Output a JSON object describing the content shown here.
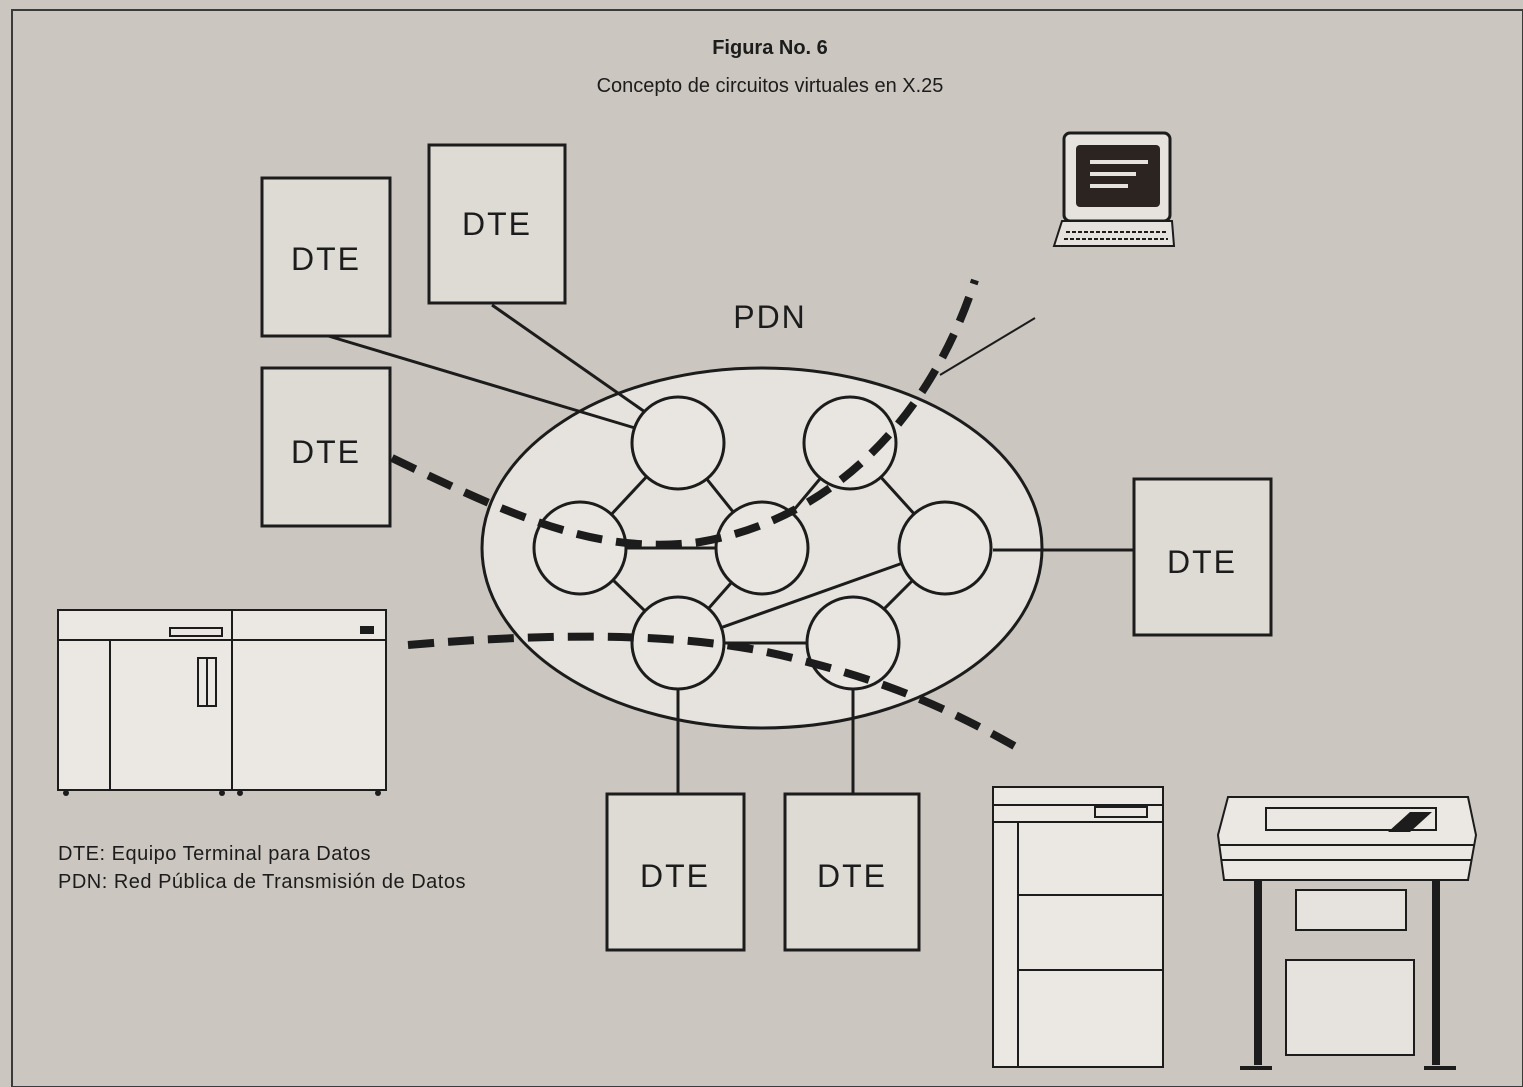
{
  "figure": {
    "title": "Figura No. 6",
    "subtitle": "Concepto de circuitos virtuales en X.25"
  },
  "network": {
    "label": "PDN"
  },
  "terminals": [
    {
      "id": "dte-1",
      "label": "DTE"
    },
    {
      "id": "dte-2",
      "label": "DTE"
    },
    {
      "id": "dte-3",
      "label": "DTE"
    },
    {
      "id": "dte-4",
      "label": "DTE"
    },
    {
      "id": "dte-5",
      "label": "DTE"
    },
    {
      "id": "dte-6",
      "label": "DTE"
    }
  ],
  "legend": {
    "dte": "DTE: Equipo Terminal para Datos",
    "pdn": "PDN: Red Pública de Transmisión de Datos"
  },
  "equipment_icons": [
    "computer-terminal-icon",
    "mainframe-cabinet-icon",
    "disk-storage-cabinet-icon",
    "plotter-icon"
  ],
  "colors": {
    "background": "#cbc6bf",
    "box_fill": "#dedad4",
    "ink": "#1c1c1c"
  }
}
